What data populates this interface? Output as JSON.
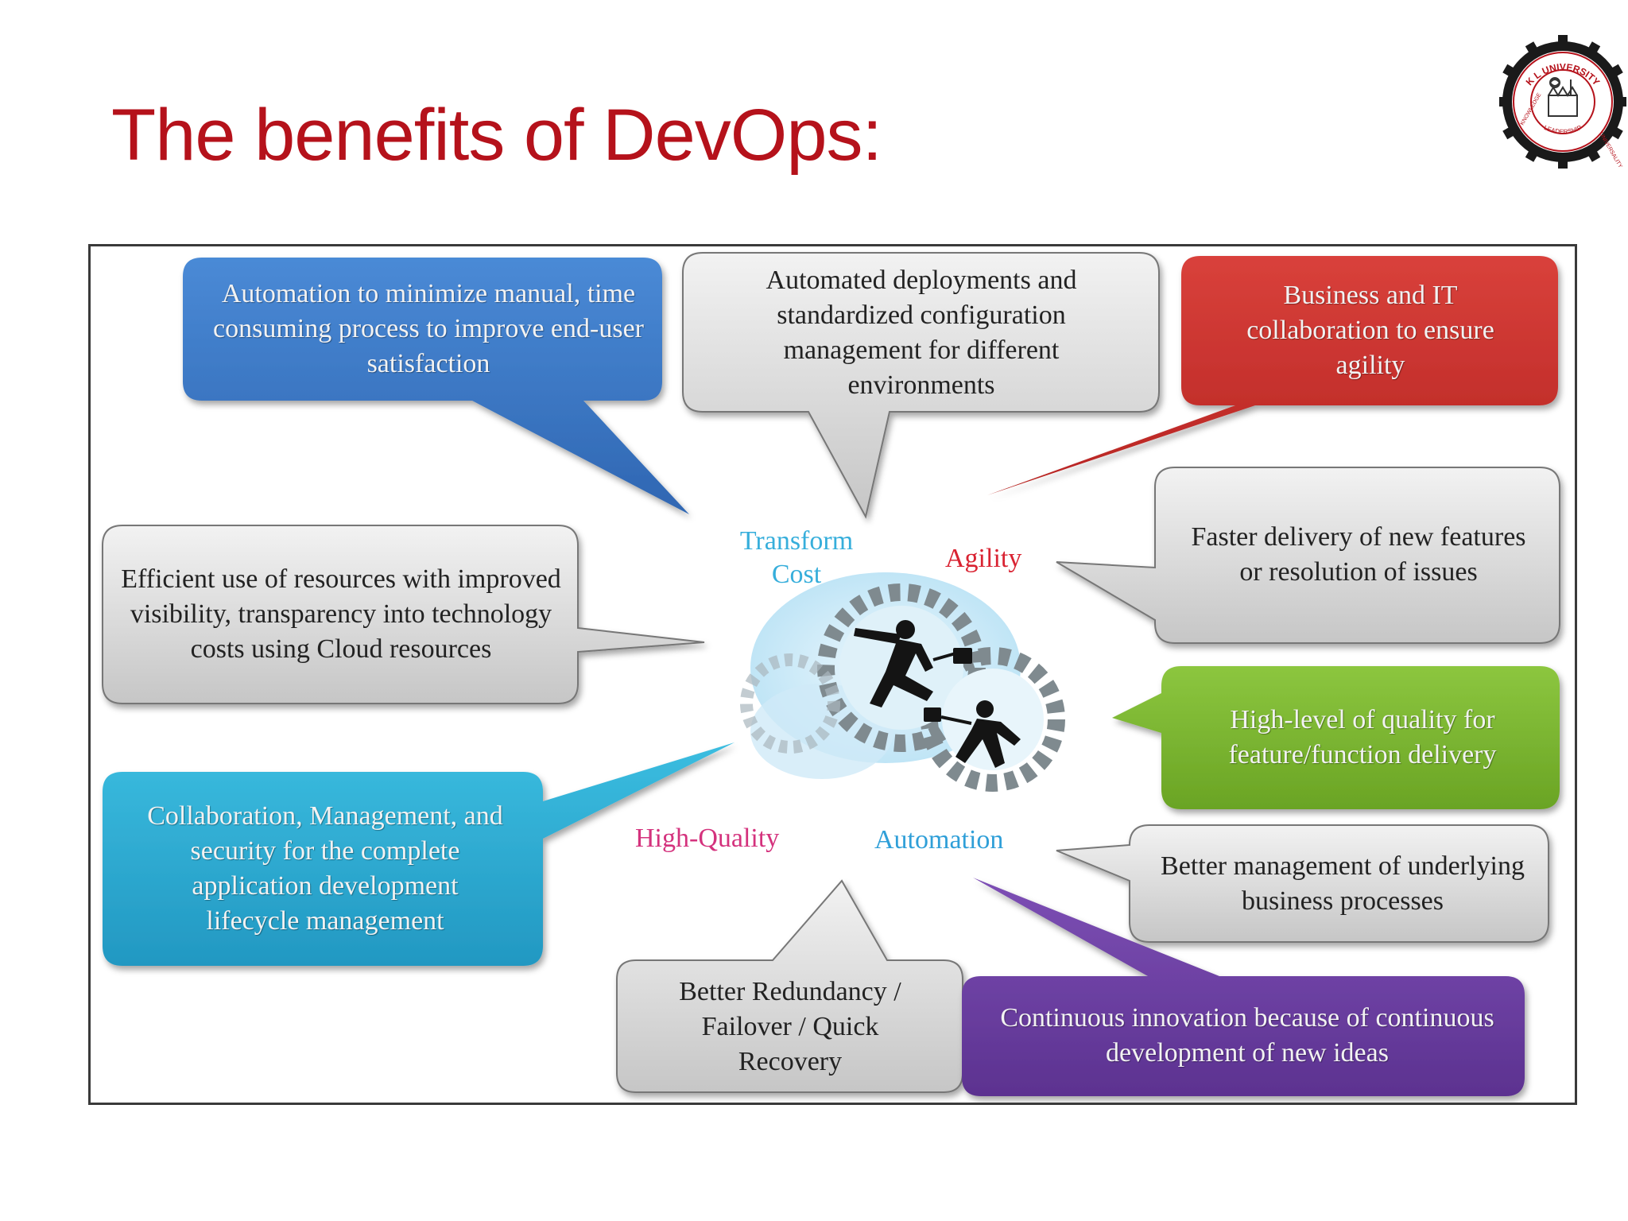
{
  "slide": {
    "title": "The benefits of DevOps:"
  },
  "logo": {
    "text_top": "K L UNIVERSITY",
    "text_left": "KNOWLEDGE",
    "text_bottom": "LEADERSHIP",
    "text_right": "UNIVERSALITY",
    "icon": "university-seal"
  },
  "hub": {
    "labels": {
      "transform_cost": "Transform Cost",
      "agility": "Agility",
      "high_quality": "High-Quality",
      "automation": "Automation"
    },
    "icon": "gears-with-running-businessmen",
    "colors": {
      "transform_cost": "#36aedb",
      "agility": "#d92332",
      "high_quality": "#d4327d",
      "automation": "#2f9fd8"
    }
  },
  "bubbles": {
    "top_left": {
      "text": "Automation to minimize manual, time consuming process to improve end-user satisfaction",
      "color": "#3a78c7"
    },
    "top_center": {
      "text": "Automated deployments and standardized configuration management for different environments",
      "color": "#dcdcdc"
    },
    "top_right": {
      "text": "Business and IT collaboration to ensure agility",
      "color": "#c9302c"
    },
    "middle_left": {
      "text": "Efficient use of resources with improved visibility, transparency into technology costs using Cloud resources",
      "color": "#dcdcdc"
    },
    "middle_right": {
      "text": "Faster delivery of new features or resolution of issues",
      "color": "#dcdcdc"
    },
    "right_green": {
      "text": "High-level of quality for feature/function delivery",
      "color": "#7ab32e"
    },
    "bottom_left": {
      "text": "Collaboration, Management, and security for the complete application development lifecycle management",
      "color": "#2aaed3"
    },
    "right_lower": {
      "text": "Better management of underlying business processes",
      "color": "#dcdcdc"
    },
    "bottom_center": {
      "text": "Better Redundancy / Failover / Quick Recovery",
      "color": "#dcdcdc"
    },
    "bottom_right": {
      "text": "Continuous innovation because of continuous development of new ideas",
      "color": "#6b3fa0"
    }
  }
}
